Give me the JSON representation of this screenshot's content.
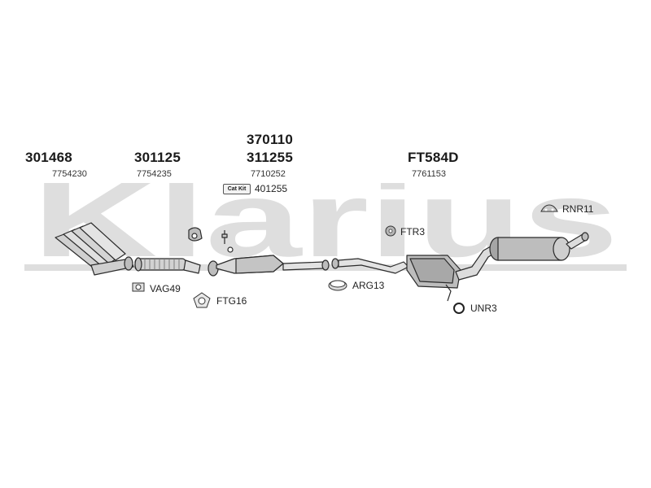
{
  "watermark": {
    "text": "Klarius"
  },
  "sections": [
    {
      "part_numbers": [
        "301468"
      ],
      "ref": "7754230"
    },
    {
      "part_numbers": [
        "301125"
      ],
      "ref": "7754235"
    },
    {
      "part_numbers": [
        "370110",
        "311255"
      ],
      "ref": "7710252"
    },
    {
      "part_numbers": [
        "FT584D"
      ],
      "ref": "7761153"
    }
  ],
  "cat_kit": {
    "badge": "Cat Kit",
    "code": "401255"
  },
  "accessories": [
    {
      "code": "VAG49",
      "icon": "bracket-icon"
    },
    {
      "code": "FTG16",
      "icon": "gasket-icon"
    },
    {
      "code": "ARG13",
      "icon": "rubber-ring-icon"
    },
    {
      "code": "FTR3",
      "icon": "hanger-icon"
    },
    {
      "code": "RNR11",
      "icon": "rubber-mount-icon"
    },
    {
      "code": "UNR3",
      "icon": "o-ring-icon"
    }
  ],
  "colors": {
    "line": "#2b2b2b",
    "fill_light": "#d9d9d9",
    "fill_mid": "#9a9a9a",
    "watermark": "#dcdcdc"
  }
}
